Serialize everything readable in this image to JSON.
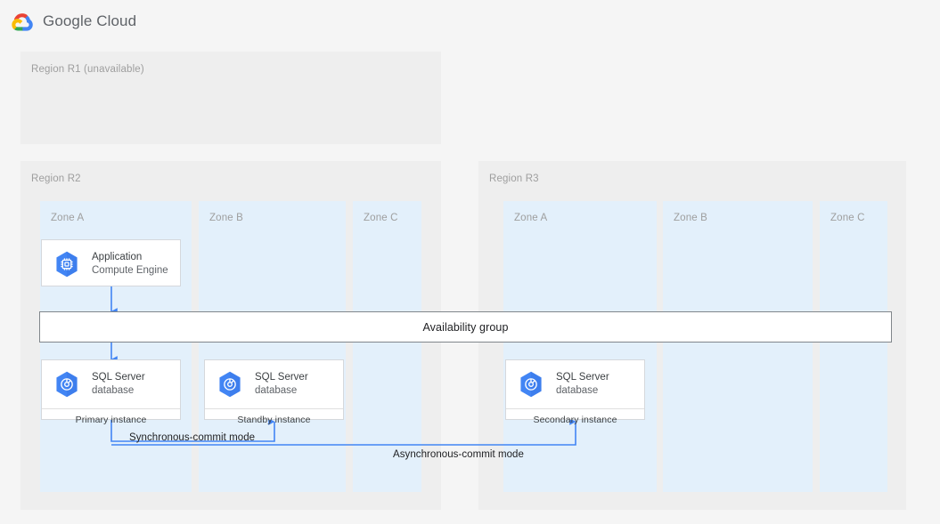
{
  "header": {
    "brand": "Google Cloud",
    "logo_icon": "google-cloud-logo"
  },
  "colors": {
    "page_bg": "#f5f5f5",
    "region_bg": "#eeeeee",
    "zone_bg": "#e3f0fb",
    "card_bg": "#ffffff",
    "card_border": "#d5d8dc",
    "arrow_blue": "#4285f4",
    "icon_blue": "#4285f4",
    "label_gray": "#9e9e9e",
    "ag_border": "#80868b"
  },
  "regions": [
    {
      "label": "Region R1 (unavailable)",
      "zones": []
    },
    {
      "label": "Region R2",
      "zones": [
        {
          "label": "Zone A"
        },
        {
          "label": "Zone B"
        },
        {
          "label": "Zone C"
        }
      ]
    },
    {
      "label": "Region R3",
      "zones": [
        {
          "label": "Zone A"
        },
        {
          "label": "Zone B"
        },
        {
          "label": "Zone C"
        }
      ]
    }
  ],
  "cards": {
    "application": {
      "title": "Application",
      "subtitle": "Compute Engine",
      "icon": "compute-engine-icon"
    },
    "primary_db": {
      "title": "SQL Server",
      "subtitle": "database",
      "footer": "Primary instance",
      "icon": "sql-server-database-icon"
    },
    "standby_db": {
      "title": "SQL Server",
      "subtitle": "database",
      "footer": "Standby instance",
      "icon": "sql-server-database-icon"
    },
    "secondary_db": {
      "title": "SQL Server",
      "subtitle": "database",
      "footer": "Secondary instance",
      "icon": "sql-server-database-icon"
    }
  },
  "availability_group": {
    "label": "Availability group"
  },
  "flows": {
    "synchronous": "Synchronous-commit mode",
    "asynchronous": "Asynchronous-commit mode"
  }
}
